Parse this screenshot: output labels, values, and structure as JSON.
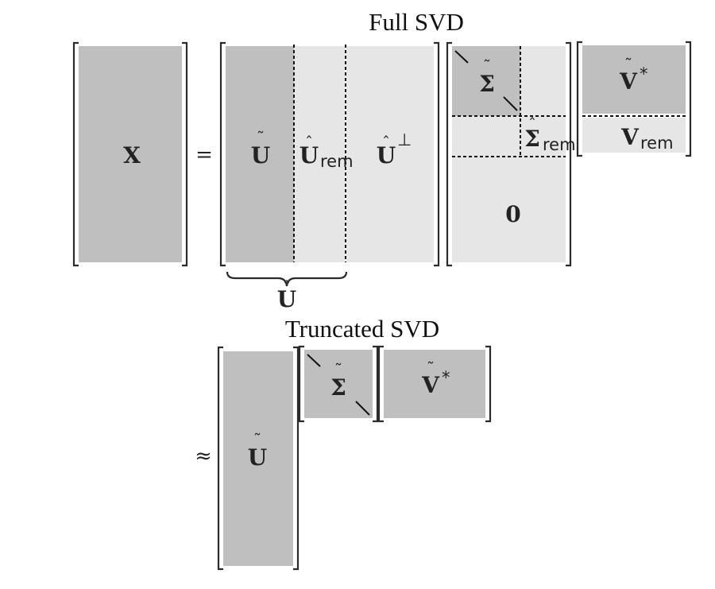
{
  "titles": {
    "full": "Full SVD",
    "truncated": "Truncated SVD"
  },
  "operators": {
    "equals": "=",
    "approx": "≈"
  },
  "symbols": {
    "x": "X",
    "u": "U",
    "sigma": "Σ",
    "v": "V",
    "zero": "0",
    "rem": "rem",
    "star": "*",
    "perp": "⊥",
    "tilde": "˜",
    "hat": "ˆ"
  },
  "colors": {
    "dark_block": "#bfbfbf",
    "light_block": "#e6e6e7",
    "lines": "#111111"
  }
}
